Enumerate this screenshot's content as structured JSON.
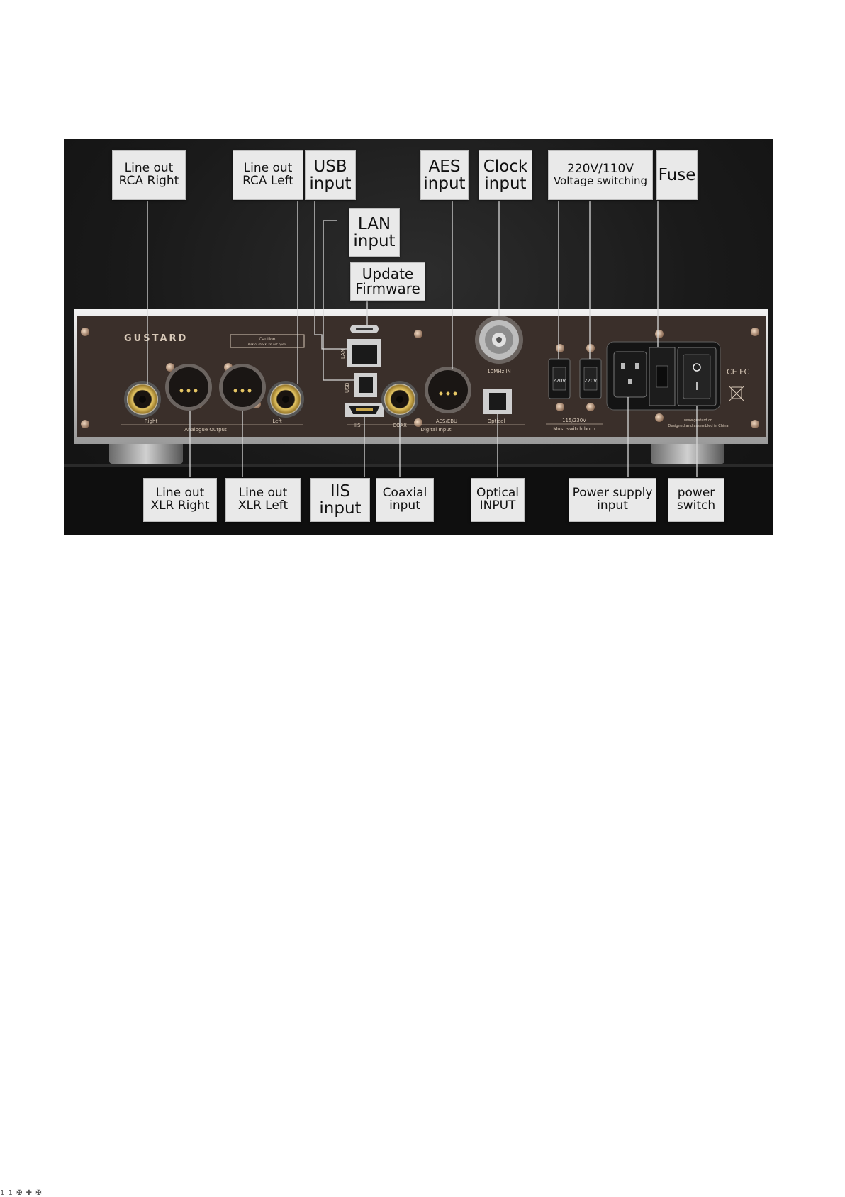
{
  "colors": {
    "background": "#1c1c1c",
    "callout": "#e9e9e9",
    "plate": "#3a2f2a",
    "gold": "#c9a64a",
    "frame": "#d9d9d9"
  },
  "callouts": {
    "rca_right": [
      "Line out",
      "RCA Right"
    ],
    "rca_left": [
      "Line out",
      "RCA Left"
    ],
    "usb": [
      "USB",
      "input"
    ],
    "lan": [
      "LAN",
      "input"
    ],
    "update": [
      "Update",
      "Firmware"
    ],
    "aes": [
      "AES",
      "input"
    ],
    "clock": [
      "Clock",
      "input"
    ],
    "voltage": [
      "220V/110V",
      "Voltage switching"
    ],
    "fuse": [
      "Fuse"
    ],
    "xlr_right": [
      "Line out",
      "XLR Right"
    ],
    "xlr_left": [
      "Line out",
      "XLR Left"
    ],
    "iis": [
      "IIS",
      "input"
    ],
    "coaxial": [
      "Coaxial",
      "input"
    ],
    "optical": [
      "Optical",
      "INPUT"
    ],
    "power_input": [
      "Power supply",
      "input"
    ],
    "power_switch": [
      "power",
      "switch"
    ]
  },
  "panel": {
    "brand": "GUSTARD",
    "caution_title": "Caution",
    "caution_text": "Risk of shock. Do not open.",
    "label_right": "Right",
    "label_left": "Left",
    "label_analogue": "Analogue Output",
    "label_iis": "IIS",
    "label_coax": "COAX",
    "label_aes": "AES/EBU",
    "label_optical": "Optical",
    "label_digital": "Digital Input",
    "label_lan": "LAN",
    "label_usb": "USB",
    "label_10mhz": "10MHz IN",
    "label_voltage_sw": "220V",
    "label_voltage_range": "115/230V",
    "label_must_switch": "Must switch both",
    "website": "www.gustard.cn",
    "made_in": "Designed and assembled in China",
    "certs": "CE FC"
  },
  "footer": "1 1 ✠ ✚ ✠"
}
